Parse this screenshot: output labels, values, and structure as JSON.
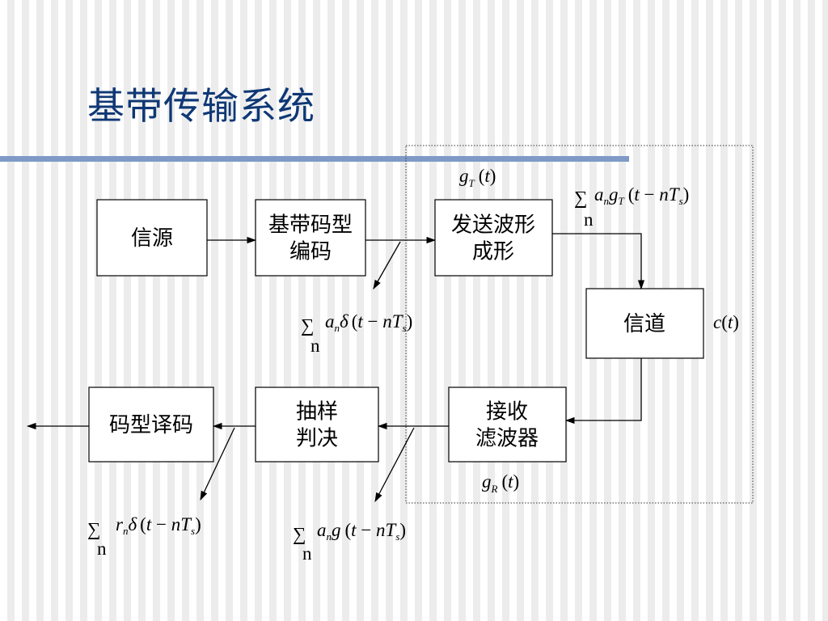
{
  "title": "基带传输系统",
  "blocks": {
    "source": {
      "lines": [
        "信源"
      ]
    },
    "encoder": {
      "lines": [
        "基带码型",
        "编码"
      ]
    },
    "tx_filter": {
      "lines": [
        "发送波形",
        "成形"
      ]
    },
    "channel": {
      "lines": [
        "信道"
      ]
    },
    "rx_filter": {
      "lines": [
        "接收",
        "滤波器"
      ]
    },
    "sampler": {
      "lines": [
        "抽样",
        "判决"
      ]
    },
    "decoder": {
      "lines": [
        "码型译码"
      ]
    }
  },
  "labels": {
    "g_t": {
      "fn": "g",
      "sub": "T",
      "arg": "t"
    },
    "tx_signal": {
      "sum": "∑",
      "index": "n",
      "coef": "a",
      "coef_sub": "n",
      "fn": "g",
      "fn_sub": "T",
      "arg_t": "t",
      "minus": " − ",
      "arg_n": "n",
      "arg_T": "T",
      "arg_s": "s"
    },
    "encoded_signal": {
      "sum": "∑",
      "index": "n",
      "coef": "a",
      "coef_sub": "n",
      "fn": "δ",
      "arg_t": "t",
      "minus": " − ",
      "arg_n": "n",
      "arg_T": "T",
      "arg_s": "s"
    },
    "c_t": {
      "fn": "c",
      "arg": "t"
    },
    "g_r": {
      "fn": "g",
      "sub": "R",
      "arg": "t"
    },
    "rx_signal": {
      "sum": "∑",
      "index": "n",
      "coef": "a",
      "coef_sub": "n",
      "fn": "g",
      "arg_t": "t",
      "minus": " − ",
      "arg_n": "n",
      "arg_T": "T",
      "arg_s": "s"
    },
    "decoded_signal": {
      "sum": "∑",
      "index": "n",
      "coef": "r",
      "coef_sub": "n",
      "fn": "δ",
      "arg_t": "t",
      "minus": " − ",
      "arg_n": "n",
      "arg_T": "T",
      "arg_s": "s"
    }
  }
}
